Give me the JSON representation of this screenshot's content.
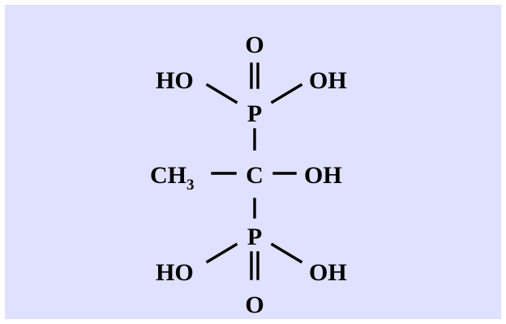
{
  "molecule": {
    "atoms": {
      "o_top": "O",
      "ho_top_left": "HO",
      "oh_top_right": "OH",
      "p_top": "P",
      "ch3_c": "CH",
      "ch3_sub": "3",
      "c_center": "C",
      "oh_center": "OH",
      "p_bottom": "P",
      "ho_bottom_left": "HO",
      "oh_bottom_right": "OH",
      "o_bottom": "O"
    }
  }
}
